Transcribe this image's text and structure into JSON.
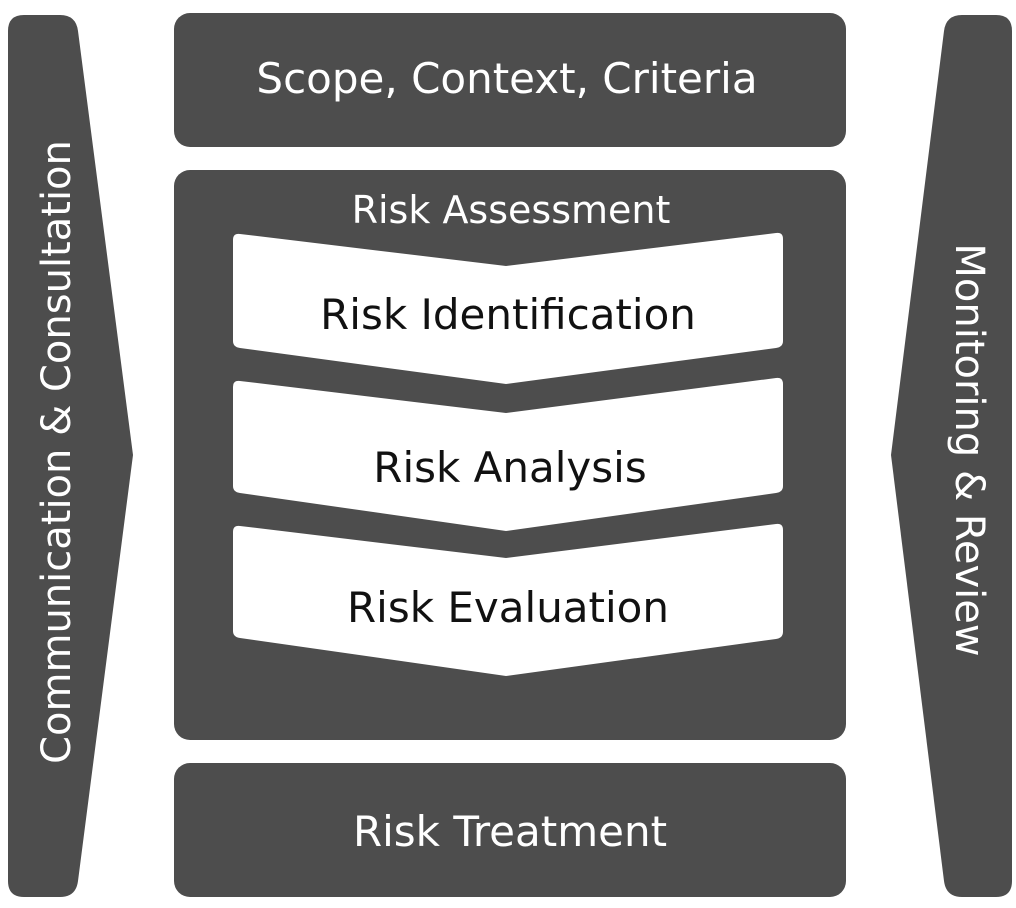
{
  "colors": {
    "panel": "#4d4d4d",
    "panel_text": "#ffffff",
    "chevron_fill": "#ffffff",
    "chevron_text": "#111111",
    "background": "#ffffff"
  },
  "left_arrow": {
    "label": "Communication & Consultation"
  },
  "right_arrow": {
    "label": "Monitoring & Review"
  },
  "scope_box": {
    "label": "Scope, Context, Criteria"
  },
  "assessment_box": {
    "title": "Risk Assessment",
    "steps": [
      {
        "label": "Risk Identification"
      },
      {
        "label": "Risk Analysis"
      },
      {
        "label": "Risk Evaluation"
      }
    ]
  },
  "treatment_box": {
    "label": "Risk Treatment"
  }
}
